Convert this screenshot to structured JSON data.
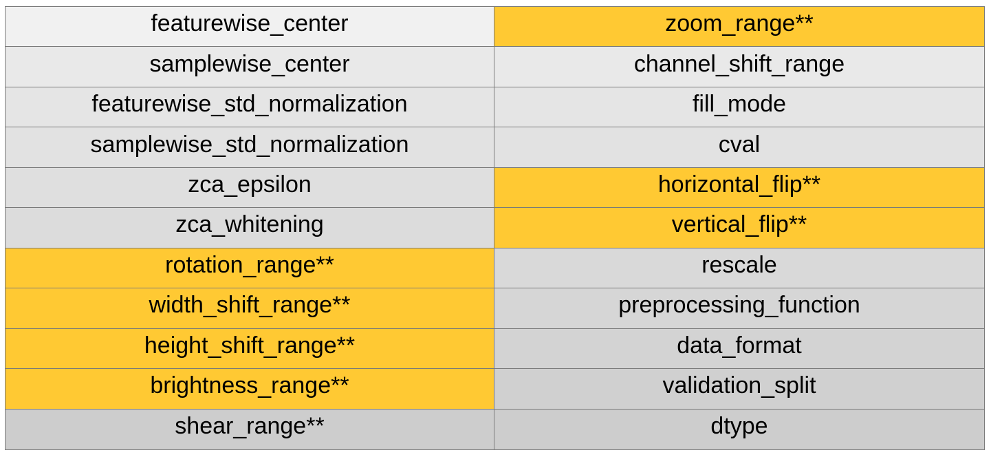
{
  "colors": {
    "highlight": "#FFC933",
    "row_fills": [
      "#F1F1F1",
      "#E9E9E9",
      "#E5E5E5",
      "#E2E2E2",
      "#DFDFDF",
      "#DCDCDC",
      "#D9D9D9",
      "#D6D6D6",
      "#D3D3D3",
      "#D0D0D0",
      "#CDCDCD"
    ],
    "border": "#7A7A7A",
    "text": "#000000"
  },
  "rows": [
    {
      "left": {
        "text": "featurewise_center",
        "highlighted": false
      },
      "right": {
        "text": "zoom_range**",
        "highlighted": true
      }
    },
    {
      "left": {
        "text": "samplewise_center",
        "highlighted": false
      },
      "right": {
        "text": "channel_shift_range",
        "highlighted": false
      }
    },
    {
      "left": {
        "text": "featurewise_std_normalization",
        "highlighted": false
      },
      "right": {
        "text": "fill_mode",
        "highlighted": false
      }
    },
    {
      "left": {
        "text": "samplewise_std_normalization",
        "highlighted": false
      },
      "right": {
        "text": "cval",
        "highlighted": false
      }
    },
    {
      "left": {
        "text": "zca_epsilon",
        "highlighted": false
      },
      "right": {
        "text": "horizontal_flip**",
        "highlighted": true
      }
    },
    {
      "left": {
        "text": "zca_whitening",
        "highlighted": false
      },
      "right": {
        "text": "vertical_flip**",
        "highlighted": true
      }
    },
    {
      "left": {
        "text": "rotation_range**",
        "highlighted": true
      },
      "right": {
        "text": "rescale",
        "highlighted": false
      }
    },
    {
      "left": {
        "text": "width_shift_range**",
        "highlighted": true
      },
      "right": {
        "text": "preprocessing_function",
        "highlighted": false
      }
    },
    {
      "left": {
        "text": "height_shift_range**",
        "highlighted": true
      },
      "right": {
        "text": "data_format",
        "highlighted": false
      }
    },
    {
      "left": {
        "text": "brightness_range**",
        "highlighted": true
      },
      "right": {
        "text": "validation_split",
        "highlighted": false
      }
    },
    {
      "left": {
        "text": "shear_range**",
        "highlighted": false
      },
      "right": {
        "text": "dtype",
        "highlighted": false
      }
    }
  ]
}
